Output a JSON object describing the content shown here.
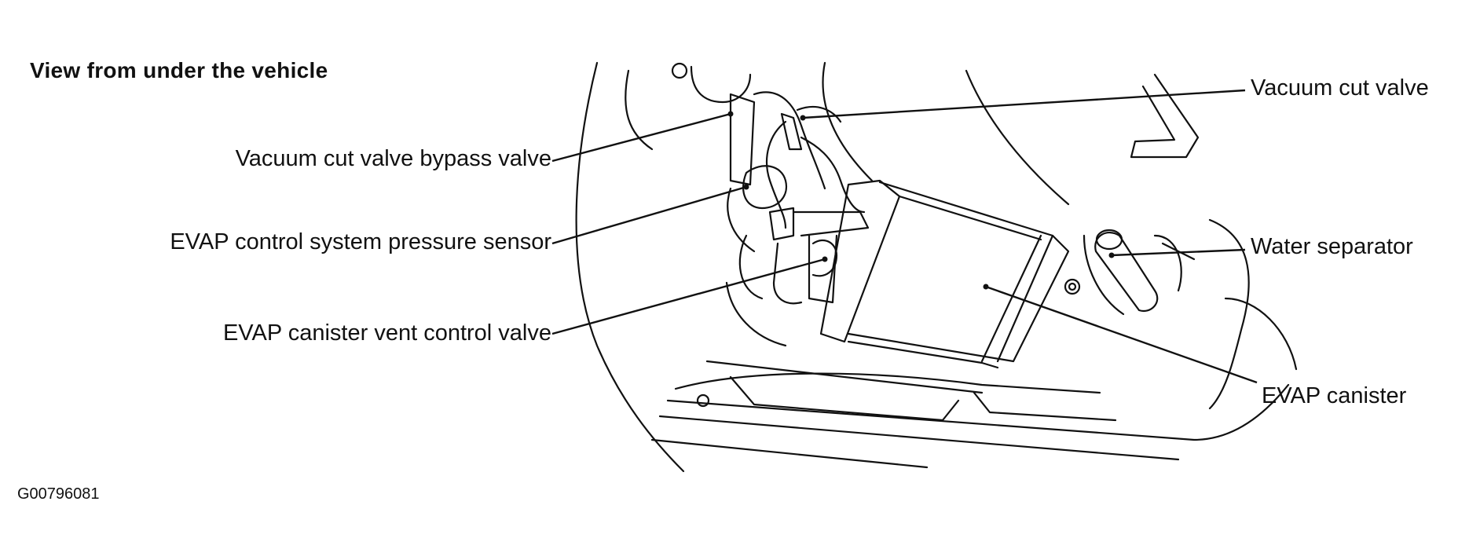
{
  "heading": "View from under the vehicle",
  "figure_id": "G00796081",
  "labels": {
    "vacuum_cut_valve": "Vacuum cut valve",
    "vacuum_cut_valve_bypass_valve": "Vacuum cut valve bypass valve",
    "evap_pressure_sensor": "EVAP control system pressure sensor",
    "water_separator": "Water separator",
    "evap_vent_control_valve": "EVAP canister vent control valve",
    "evap_canister": "EVAP canister"
  }
}
